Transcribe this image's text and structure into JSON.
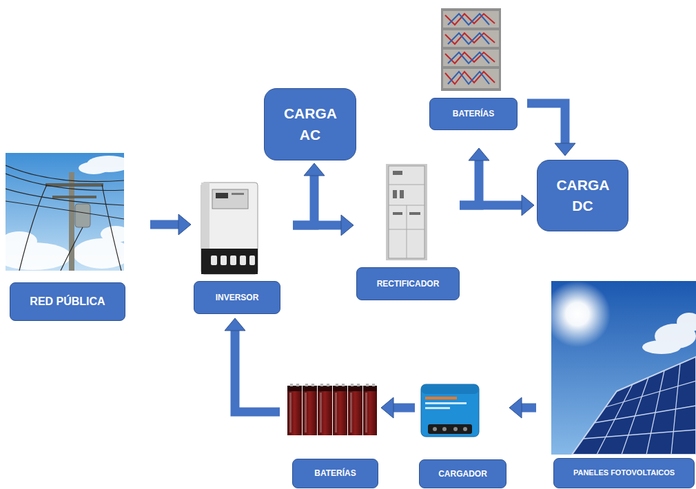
{
  "diagram": {
    "nodes": [
      {
        "text": [
          "RED PÚBLICA"
        ]
      },
      {
        "text": [
          "INVERSOR"
        ]
      },
      {
        "text": [
          "CARGA AC"
        ]
      },
      {
        "text": [
          "RECTIFICADOR"
        ]
      },
      {
        "text": [
          "BATERÍAS"
        ]
      },
      {
        "text": [
          "CARGA DC"
        ]
      },
      {
        "text": [
          "PANELES FOTOVOLTAICOS"
        ]
      },
      {
        "text": [
          "CARGADOR"
        ]
      },
      {
        "text": [
          "BATERÍAS"
        ]
      }
    ],
    "edges": [
      {
        "from": 0,
        "to": 1,
        "arrow": "to"
      },
      {
        "from": 1,
        "to": 2,
        "arrow": "to"
      },
      {
        "from": 1,
        "to": 3,
        "arrow": "to"
      },
      {
        "from": 3,
        "to": 4,
        "arrow": "to"
      },
      {
        "from": 3,
        "to": 5,
        "arrow": "to"
      },
      {
        "from": 4,
        "to": 5,
        "arrow": "to"
      },
      {
        "from": 6,
        "to": 7,
        "arrow": "to"
      },
      {
        "from": 7,
        "to": 8,
        "arrow": "to"
      },
      {
        "from": 8,
        "to": 1,
        "arrow": "to"
      }
    ]
  }
}
